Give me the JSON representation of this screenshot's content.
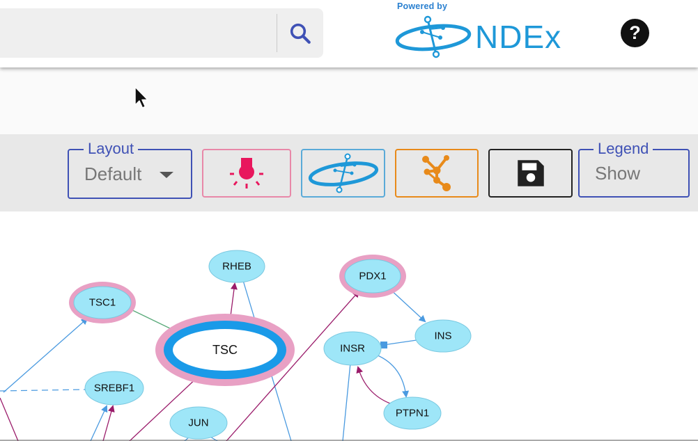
{
  "header": {
    "search": {
      "value": "",
      "placeholder": ""
    },
    "powered_by": "Powered by",
    "logo_text": "NDEx",
    "help_label": "?"
  },
  "toolbar": {
    "layout": {
      "label": "Layout",
      "value": "Default"
    },
    "legend": {
      "label": "Legend",
      "value": "Show"
    },
    "buttons": [
      {
        "name": "highlight-button",
        "icon": "lightbulb-icon",
        "color": "#e8175d"
      },
      {
        "name": "ndex-open-button",
        "icon": "ndex-logo-icon",
        "color": "#1e98d8"
      },
      {
        "name": "cytoscape-button",
        "icon": "cytoscape-icon",
        "color": "#e88a1a"
      },
      {
        "name": "save-button",
        "icon": "floppy-disk-icon",
        "color": "#222222"
      }
    ]
  },
  "network": {
    "colors": {
      "node_fill": "#9ee6f8",
      "highlight": "#e8a0c4",
      "tsc_ring": "#1a9ae8",
      "edge_blue": "#4a9ae0",
      "edge_purple": "#9a1b6a",
      "edge_green": "#5aaa7a"
    },
    "nodes": [
      {
        "id": "RHEB",
        "label": "RHEB"
      },
      {
        "id": "TSC1",
        "label": "TSC1"
      },
      {
        "id": "TSC",
        "label": "TSC"
      },
      {
        "id": "PDX1",
        "label": "PDX1"
      },
      {
        "id": "INS",
        "label": "INS"
      },
      {
        "id": "INSR",
        "label": "INSR"
      },
      {
        "id": "SREBF1",
        "label": "SREBF1"
      },
      {
        "id": "JUN",
        "label": "JUN"
      },
      {
        "id": "PTPN1",
        "label": "PTPN1"
      }
    ]
  }
}
